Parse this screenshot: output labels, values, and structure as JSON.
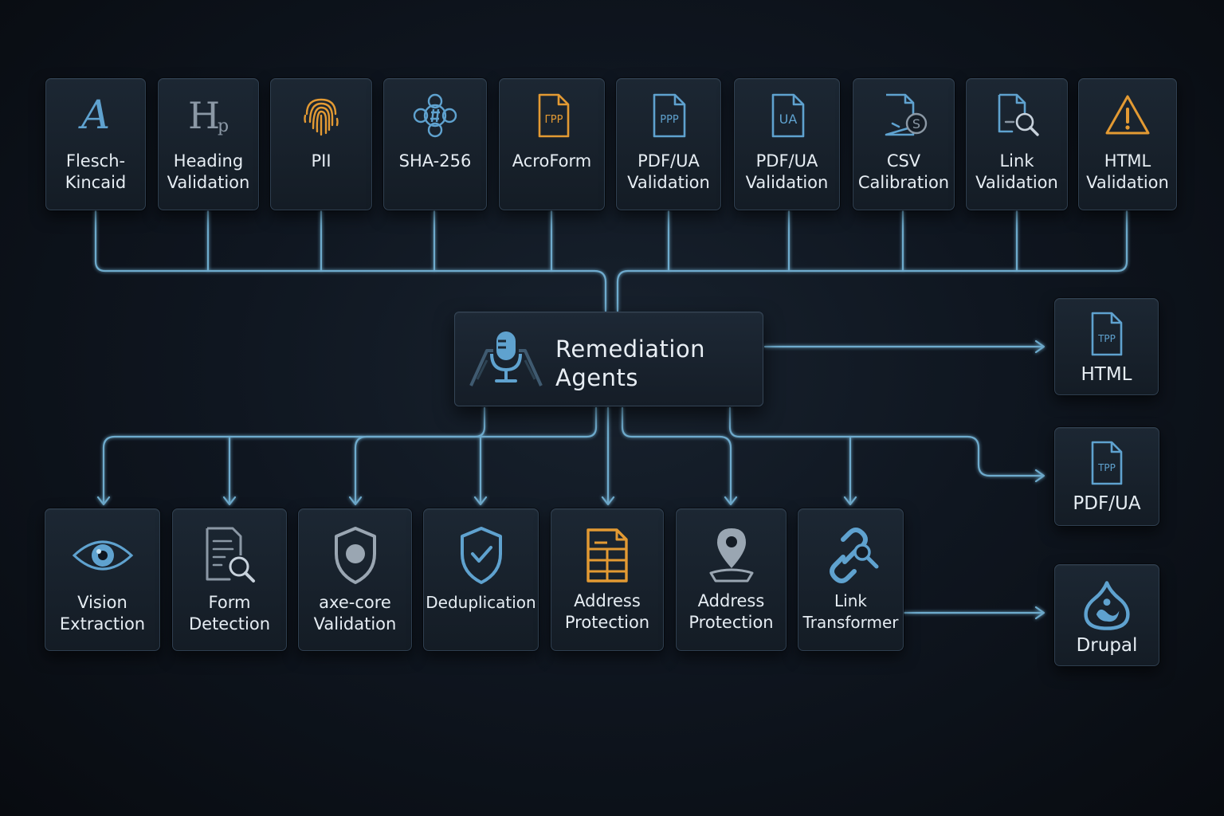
{
  "diagram": {
    "center": {
      "label": "Remediation\nAgents",
      "icon": "microphone-icon"
    },
    "validators": [
      {
        "label": "Flesch-\nKincaid",
        "icon": "letter-a-icon"
      },
      {
        "label": "Heading\nValidation",
        "icon": "heading-icon"
      },
      {
        "label": "PII",
        "icon": "fingerprint-icon"
      },
      {
        "label": "SHA-256",
        "icon": "hash-globe-icon"
      },
      {
        "label": "AcroForm",
        "icon": "form-document-icon"
      },
      {
        "label": "PDF/UA\nValidation",
        "icon": "ppp-document-icon"
      },
      {
        "label": "PDF/UA\nValidation",
        "icon": "ua-document-icon"
      },
      {
        "label": "CSV\nCalibration",
        "icon": "csv-dollar-icon"
      },
      {
        "label": "Link\nValidation",
        "icon": "link-search-icon"
      },
      {
        "label": "HTML\nValidation",
        "icon": "warning-icon"
      }
    ],
    "agents": [
      {
        "label": "Vision\nExtraction",
        "icon": "eye-icon"
      },
      {
        "label": "Form\nDetection",
        "icon": "document-search-icon"
      },
      {
        "label": "axe-core\nValidation",
        "icon": "shield-icon"
      },
      {
        "label": "Deduplication",
        "icon": "shield-check-icon"
      },
      {
        "label": "Address\nProtection",
        "icon": "grid-document-icon"
      },
      {
        "label": "Address\nProtection",
        "icon": "map-pin-icon"
      },
      {
        "label": "Link\nTransformer",
        "icon": "chain-link-icon"
      }
    ],
    "outputs": [
      {
        "label": "HTML",
        "icon": "tpp-document-icon"
      },
      {
        "label": "PDF/UA",
        "icon": "tpp-document-icon"
      },
      {
        "label": "Drupal",
        "icon": "drupal-icon"
      }
    ],
    "icon_glyphs": {
      "form": "ΓPP",
      "ppp": "PPP",
      "ua": "UA",
      "tpp": "TPP",
      "csv": "S",
      "heading_sub": "p"
    }
  },
  "colors": {
    "blue_icon": "#5fa2cf",
    "orange_icon": "#e39a33",
    "wire": "#77b8dc",
    "tile_border": "#2f3f50"
  }
}
